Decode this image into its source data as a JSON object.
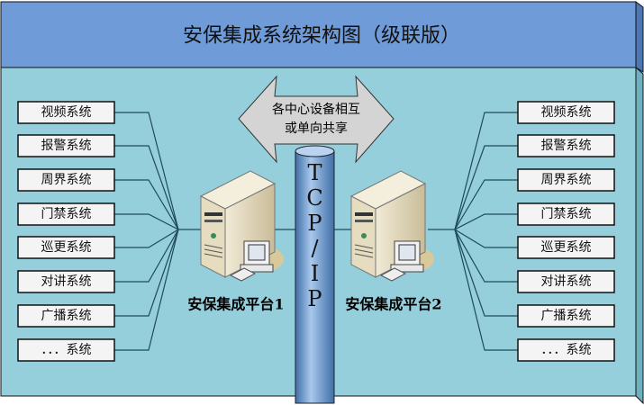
{
  "title": "安保集成系统架构图（级联版）",
  "arrow_text": [
    "各中心设备相互",
    "或单向共享"
  ],
  "pipe_label": [
    "T",
    "C",
    "P",
    "/",
    "I",
    "P"
  ],
  "platforms": [
    "安保集成平台1",
    "安保集成平台2"
  ],
  "left_systems": [
    "视频系统",
    "报警系统",
    "周界系统",
    "门禁系统",
    "巡更系统",
    "对讲系统",
    "广播系统",
    "．．．系统"
  ],
  "right_systems": [
    "视频系统",
    "报警系统",
    "周界系统",
    "门禁系统",
    "巡更系统",
    "对讲系统",
    "广播系统",
    "．．．系统"
  ],
  "colors": {
    "header": "#6f9bd8",
    "body": "#96cfdc",
    "pipe": "#7aa6d6"
  }
}
